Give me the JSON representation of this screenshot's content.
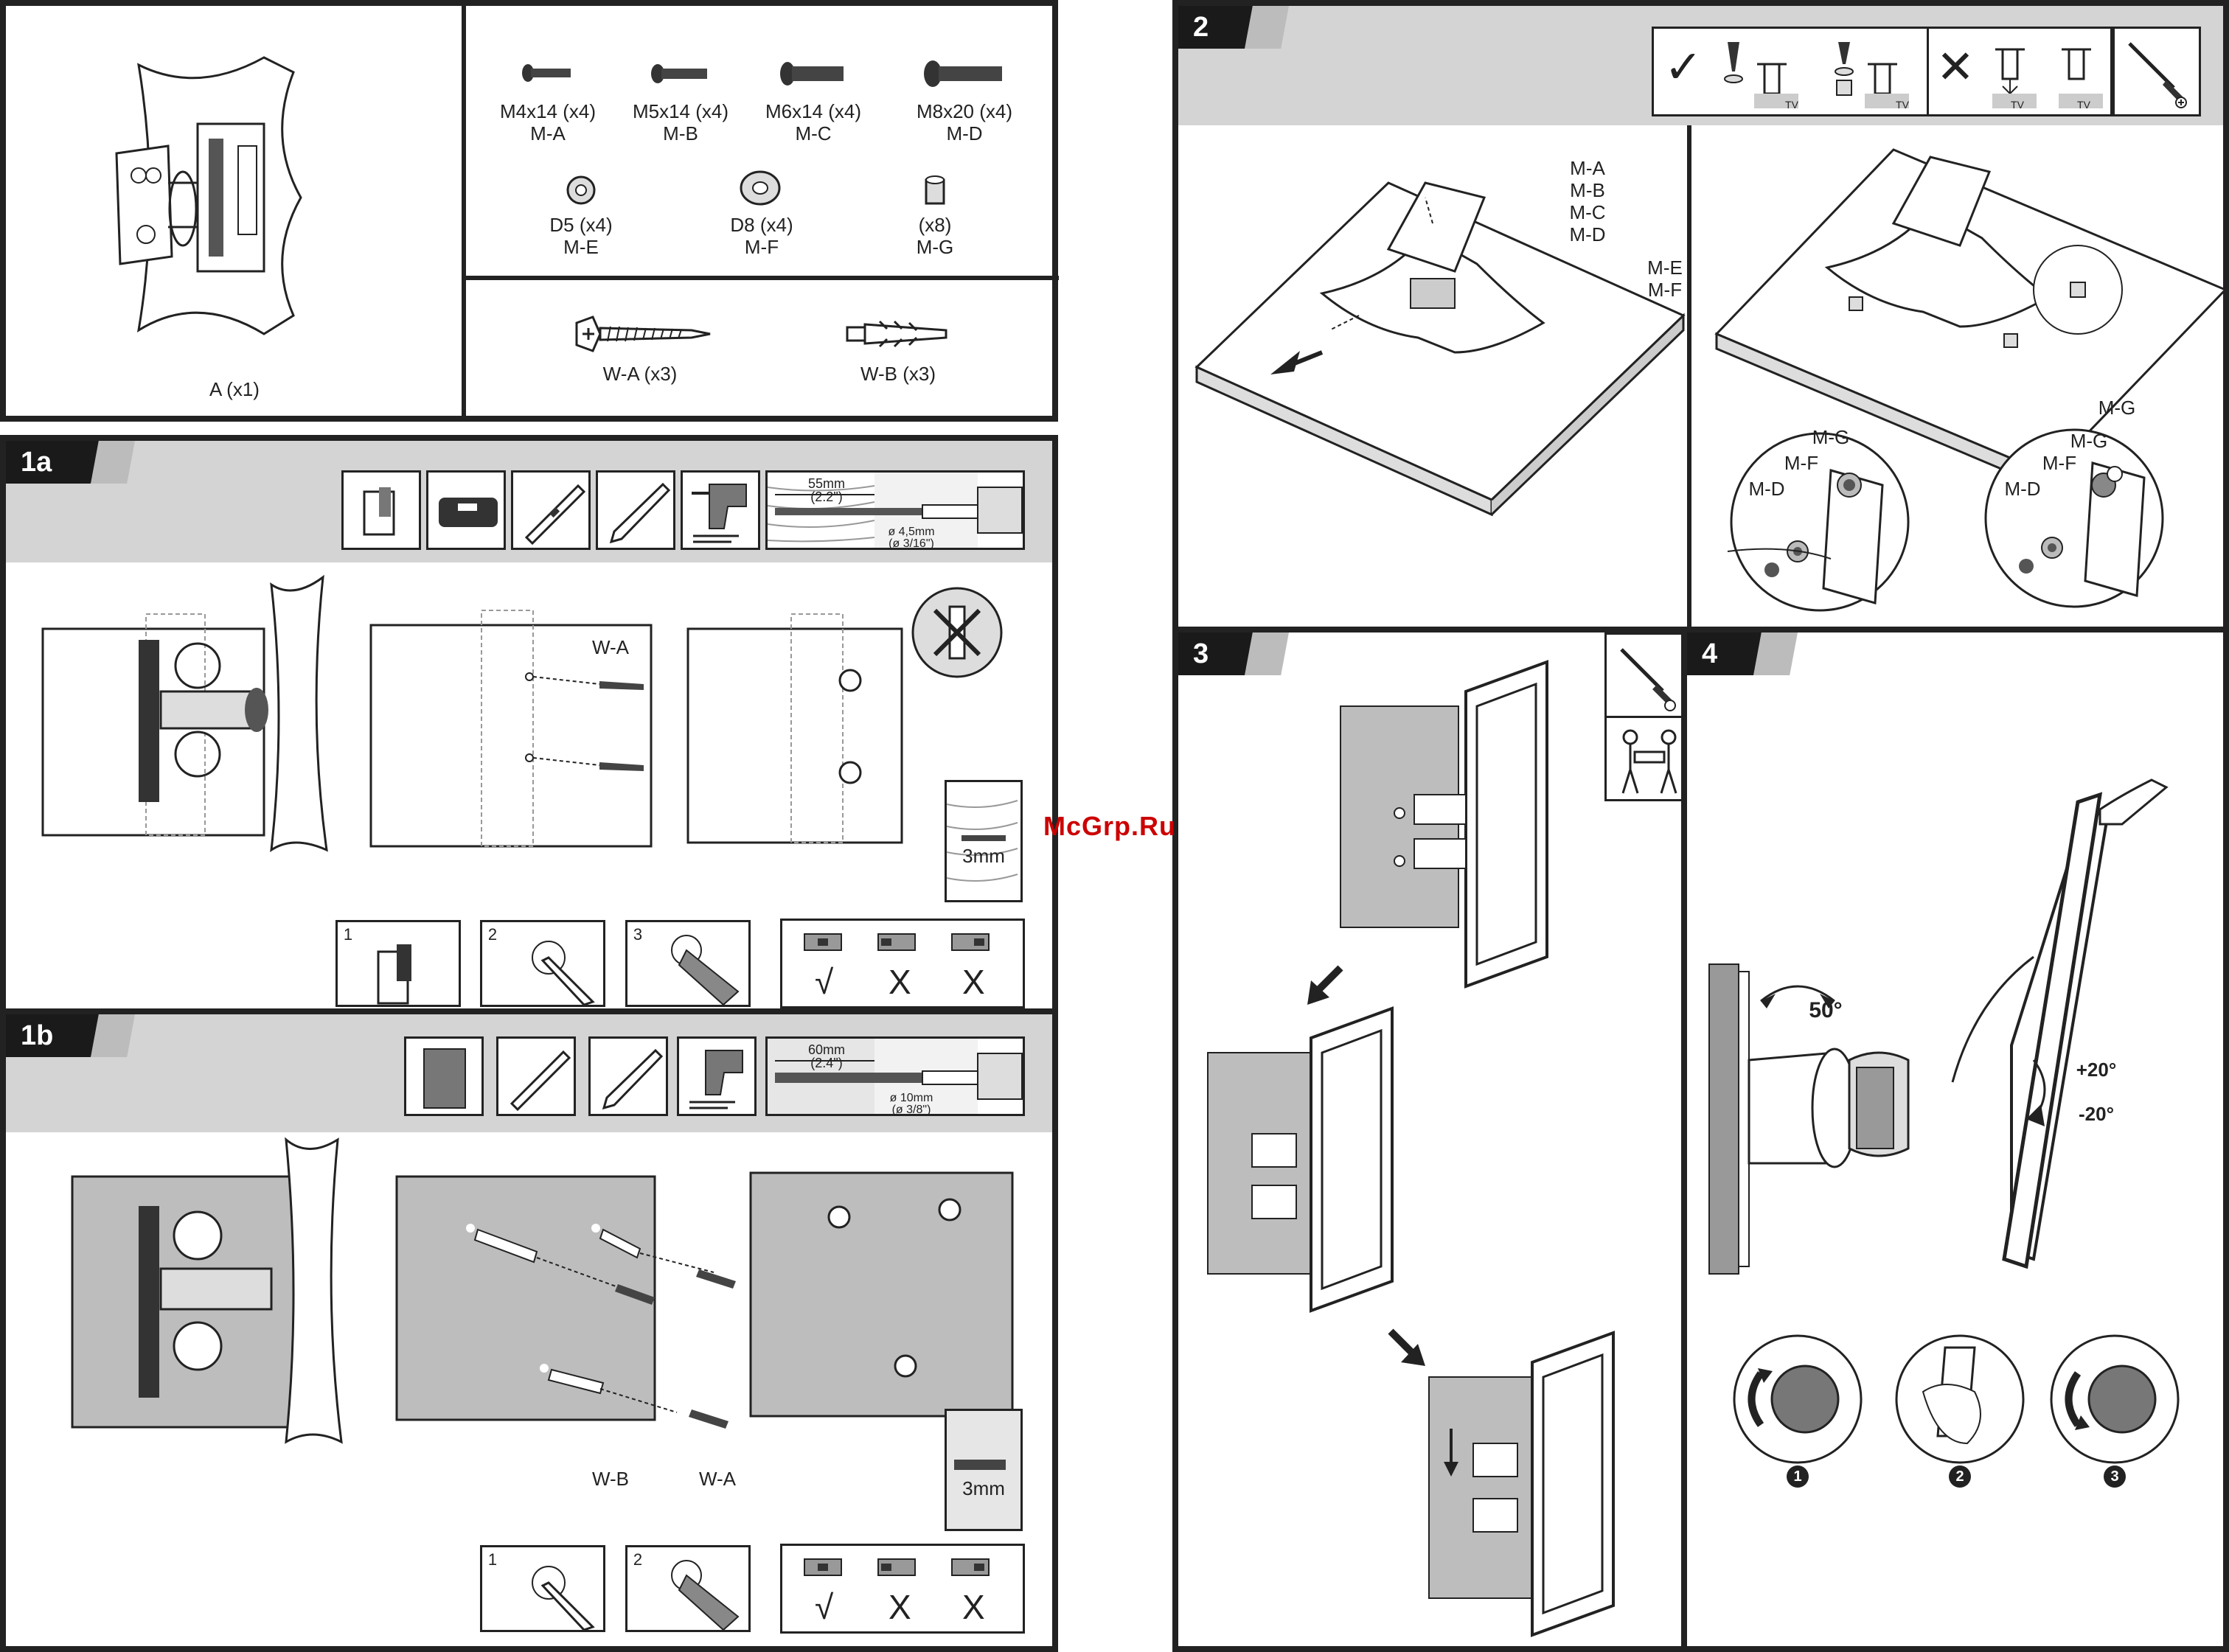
{
  "watermark": "McGrp.Ru",
  "parts": {
    "bracket": "A (x1)",
    "screws": [
      {
        "size": "M4x14 (x4)",
        "code": "M-A"
      },
      {
        "size": "M5x14 (x4)",
        "code": "M-B"
      },
      {
        "size": "M6x14 (x4)",
        "code": "M-C"
      },
      {
        "size": "M8x20 (x4)",
        "code": "M-D"
      }
    ],
    "washers": [
      {
        "size": "D5 (x4)",
        "code": "M-E"
      },
      {
        "size": "D8 (x4)",
        "code": "M-F"
      },
      {
        "size": "(x8)",
        "code": "M-G"
      }
    ],
    "wall_fixings": [
      {
        "label": "W-A (x3)"
      },
      {
        "label": "W-B (x3)"
      }
    ]
  },
  "step1a": {
    "tab": "1a",
    "drill_depth": "55mm",
    "drill_depth_in": "(2.2\")",
    "drill_dia": "ø 4,5mm",
    "drill_dia_in": "(ø 3/16\")",
    "screw_label": "W-A",
    "gap": "3mm",
    "sub_steps": [
      "1",
      "2",
      "3"
    ],
    "level_marks": [
      "√",
      "X",
      "X"
    ]
  },
  "step1b": {
    "tab": "1b",
    "drill_depth": "60mm",
    "drill_depth_in": "(2.4\")",
    "drill_dia": "ø 10mm",
    "drill_dia_in": "(ø 3/8\")",
    "plug_label": "W-B",
    "screw_label": "W-A",
    "gap": "3mm",
    "sub_steps": [
      "1",
      "2"
    ],
    "level_marks": [
      "√",
      "X",
      "X"
    ]
  },
  "step2": {
    "tab": "2",
    "tv_text": "TV",
    "screw_list": [
      "M-A",
      "M-B",
      "M-C",
      "M-D"
    ],
    "washer_list": [
      "M-E",
      "M-F"
    ],
    "detail_left": [
      "M-G",
      "M-F",
      "M-D"
    ],
    "detail_right": [
      "M-G",
      "M-G",
      "M-F",
      "M-D"
    ]
  },
  "step3": {
    "tab": "3"
  },
  "step4": {
    "tab": "4",
    "swivel": "50°",
    "tilt_up": "+20°",
    "tilt_down": "-20°",
    "knob_steps": [
      "1",
      "2",
      "3"
    ]
  }
}
